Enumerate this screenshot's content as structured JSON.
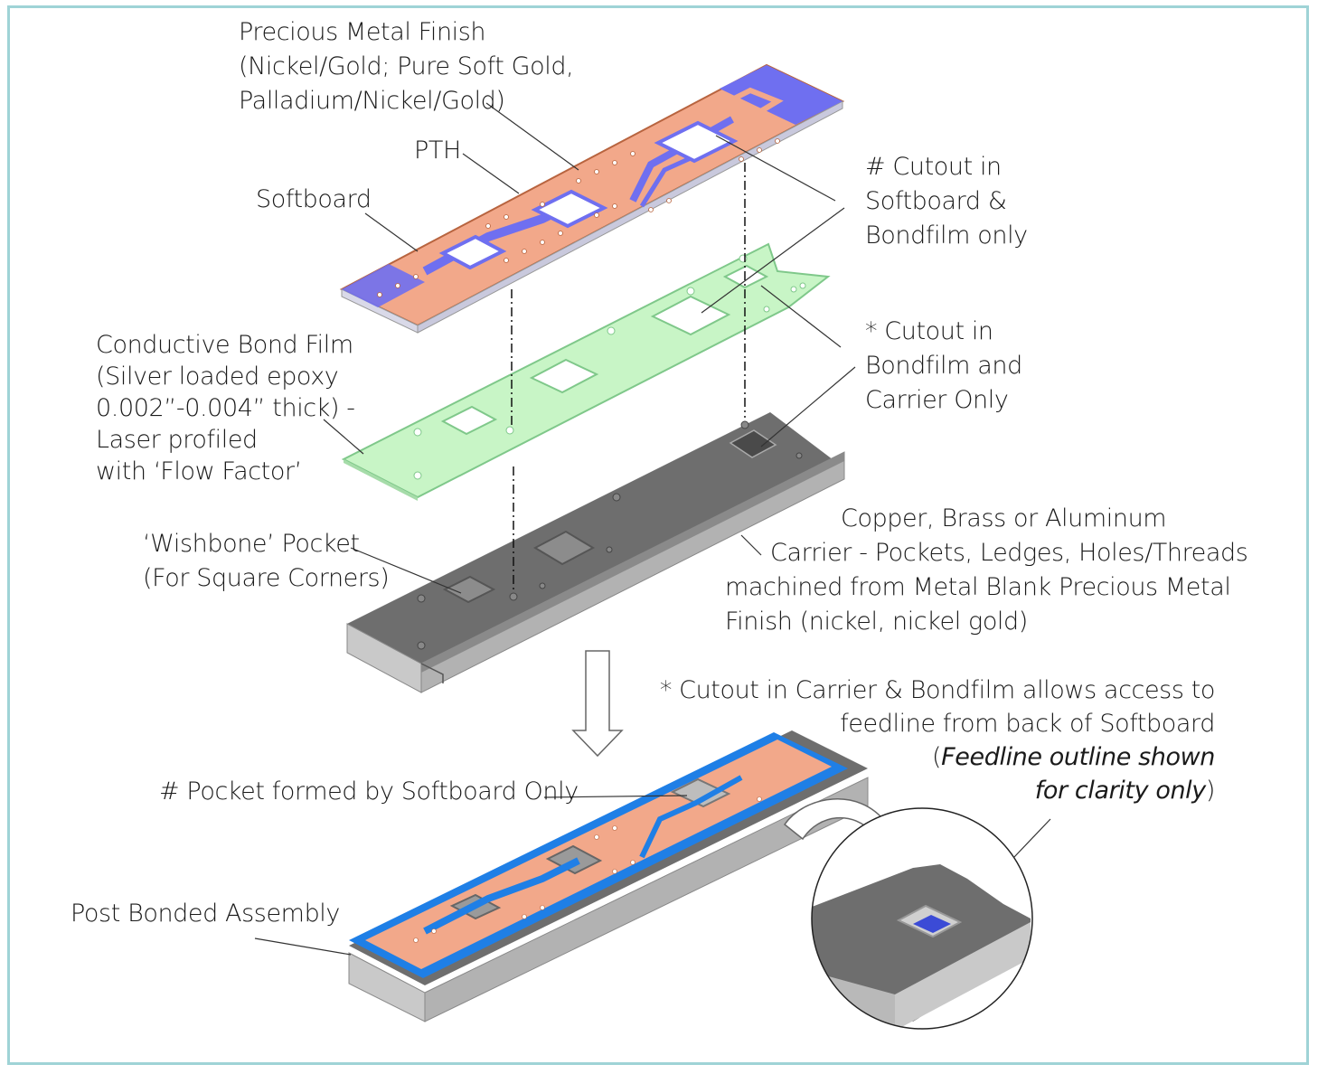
{
  "labels": {
    "precious_metal": [
      "Precious Metal Finish",
      "(Nickel/Gold; Pure Soft Gold,",
      "Palladium/Nickel/Gold)"
    ],
    "pth": "PTH",
    "softboard": "Softboard",
    "cutout_softboard": [
      "# Cutout in",
      "Softboard &",
      "Bondfilm only"
    ],
    "bond_film": [
      "Conductive Bond Film",
      "(Silver loaded epoxy",
      "0.002”-0.004” thick)  -",
      "Laser profiled",
      "with ‘Flow Factor’"
    ],
    "cutout_carrier": [
      "* Cutout in",
      "Bondfilm  and",
      "Carrier Only"
    ],
    "carrier": [
      "Copper, Brass or Aluminum",
      "Carrier - Pockets, Ledges, Holes/Threads",
      "machined from Metal Blank Precious Metal",
      "Finish (nickel, nickel gold)"
    ],
    "wishbone": [
      "‘Wishbone’ Pocket",
      "(For Square Corners)"
    ],
    "access_note": {
      "line1": "* Cutout in Carrier & Bondfilm allows access to",
      "line2": "feedline from back of Softboard",
      "line3_open": "(",
      "line3_italic": "Feedline outline shown",
      "line4_italic": "for clarity only",
      "line4_close": ")"
    },
    "pocket_softboard": "# Pocket formed by Softboard Only",
    "post_bonded": "Post Bonded Assembly"
  },
  "colors": {
    "copper": "#f2a88a",
    "copper_edge": "#b8643f",
    "trace_blue": "#6f6ff0",
    "assembly_blue": "#1f7fe6",
    "bondfilm": "#c8f5c6",
    "bondfilm_edge": "#7fc88a",
    "carrier_top": "#6e6e6e",
    "carrier_side": "#b9b9b9",
    "frame": "#9fd3d6"
  }
}
